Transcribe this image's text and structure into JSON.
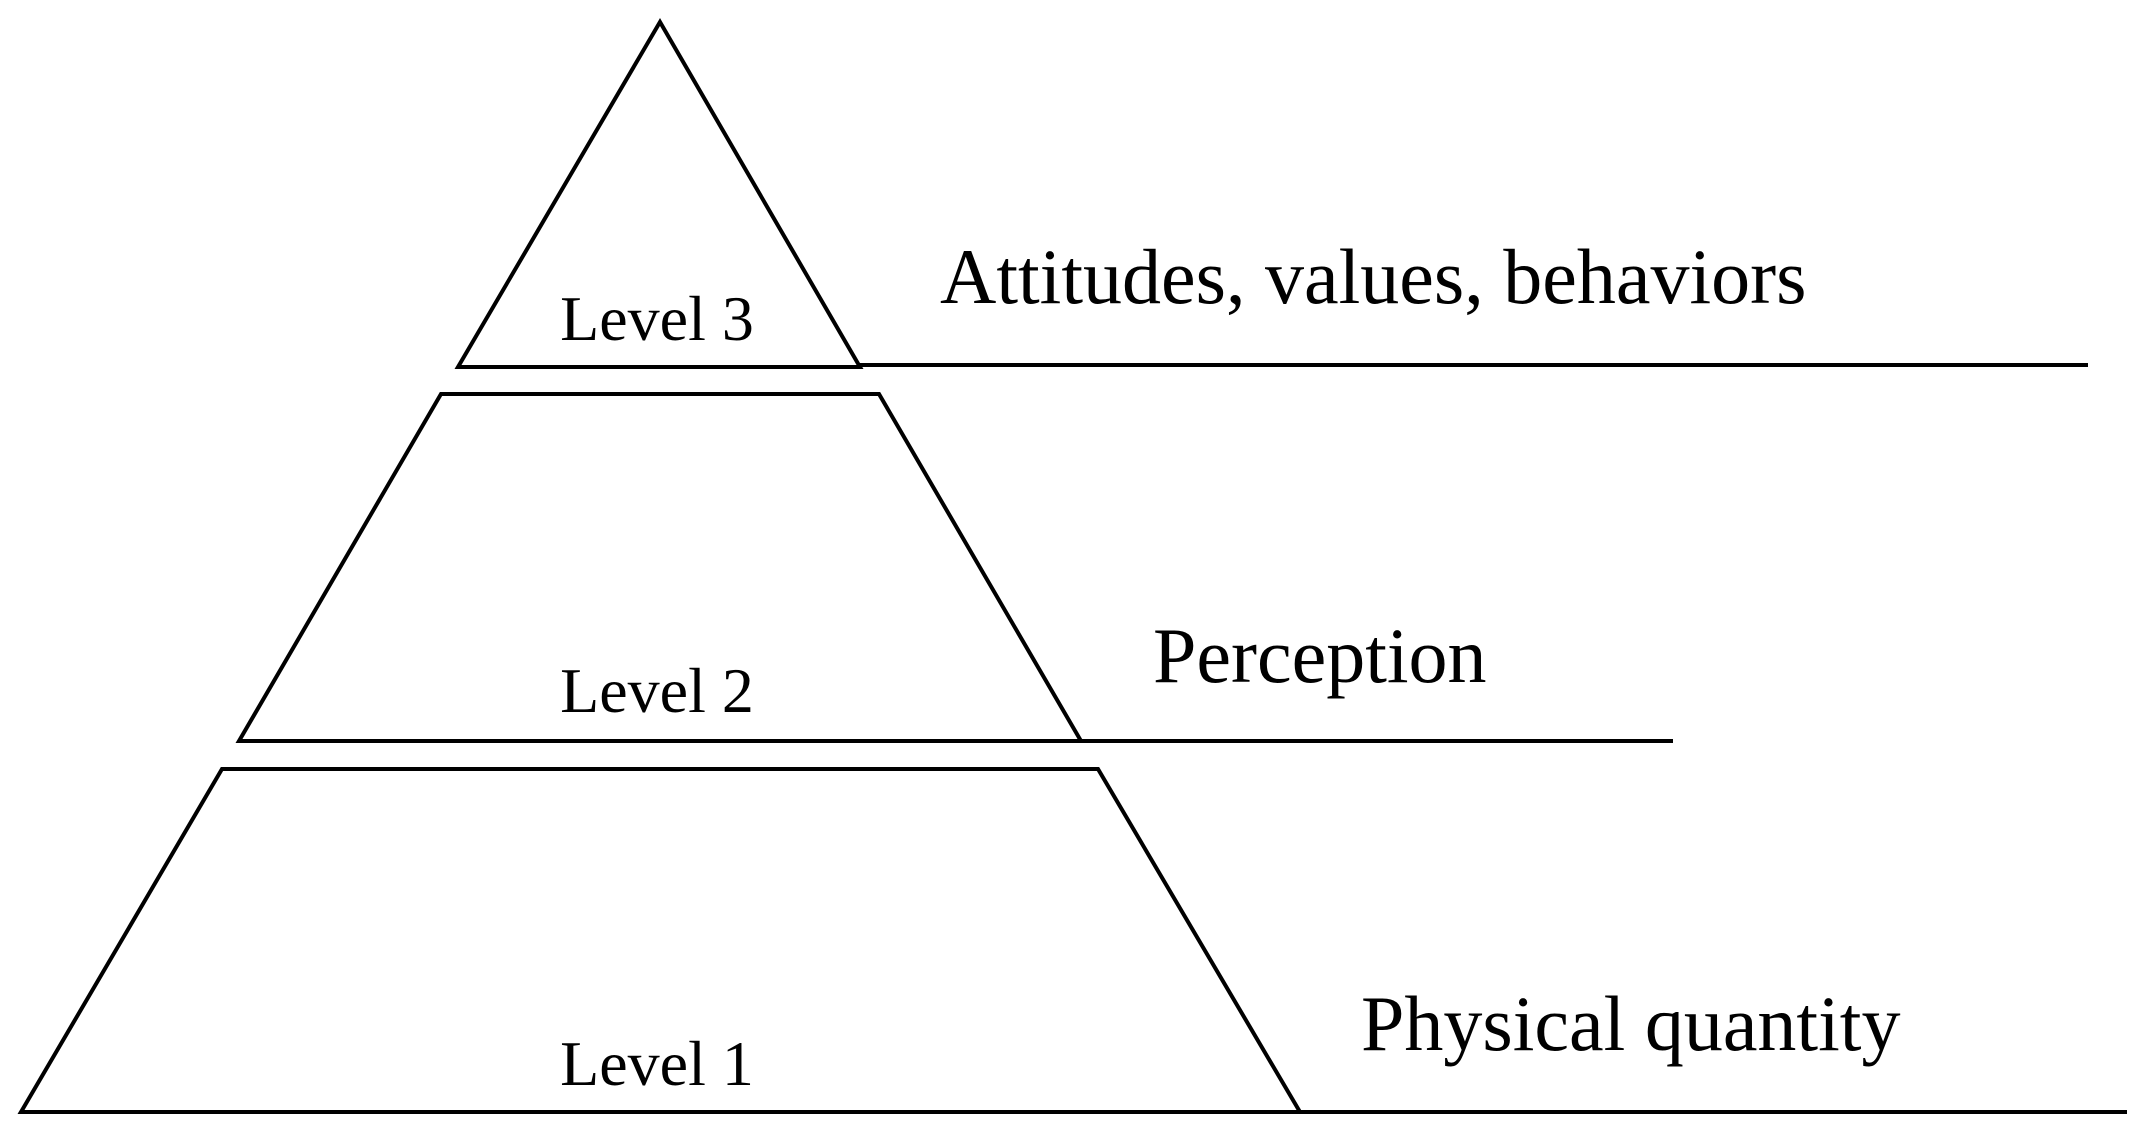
{
  "diagram": {
    "colors": {
      "stroke": "#000000",
      "text": "#000000",
      "background": "#ffffff"
    },
    "levels": [
      {
        "level_label": "Level 3",
        "description": "Attitudes, values, behaviors"
      },
      {
        "level_label": "Level 2",
        "description": "Perception"
      },
      {
        "level_label": "Level 1",
        "description": "Physical quantity"
      }
    ]
  }
}
